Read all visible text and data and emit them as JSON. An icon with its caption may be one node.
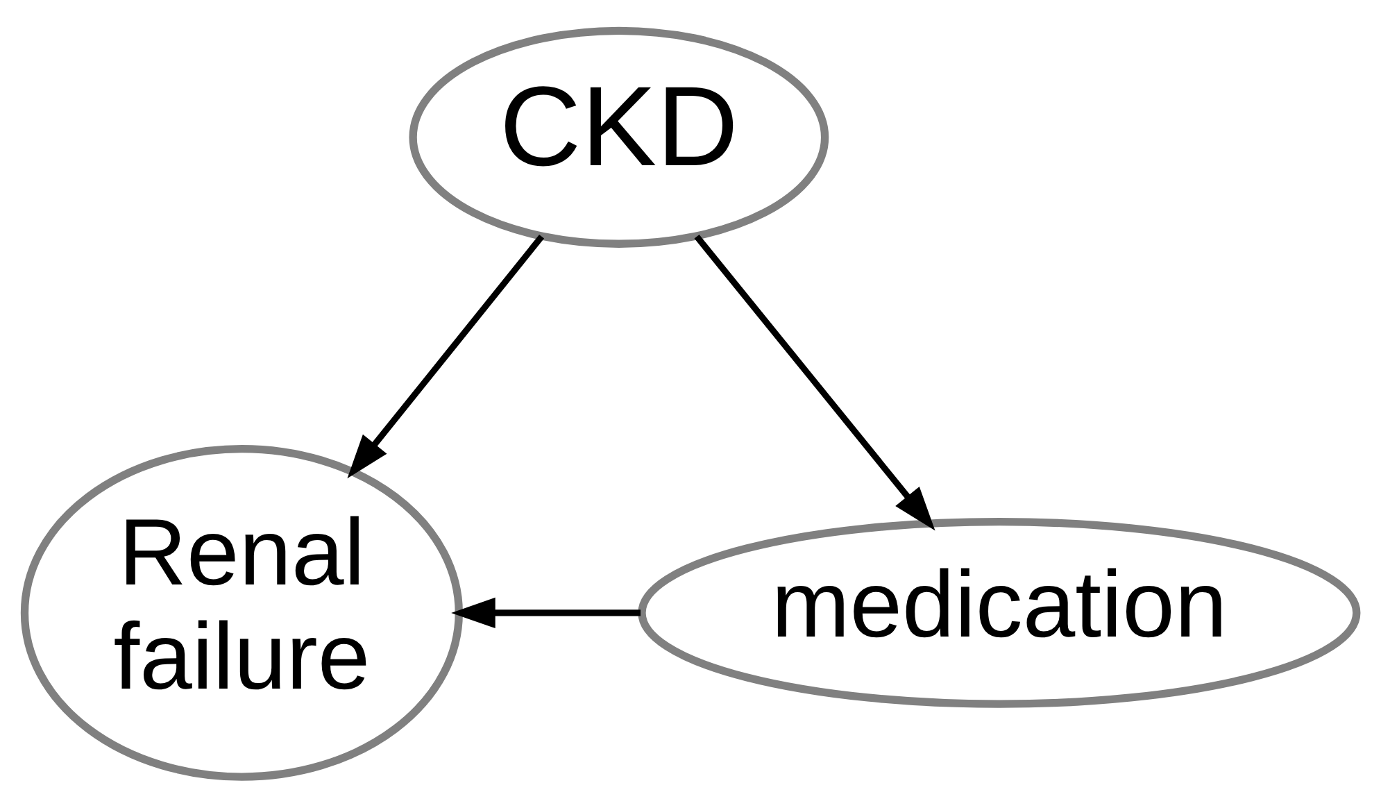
{
  "diagram": {
    "nodes": [
      {
        "text": [
          "CKD"
        ]
      },
      {
        "text": [
          "Renal failure"
        ]
      },
      {
        "text": [
          "medication"
        ]
      }
    ],
    "edges": [
      {
        "from": 0,
        "to": 1,
        "arrow": "to"
      },
      {
        "from": 0,
        "to": 2,
        "arrow": "to"
      },
      {
        "from": 2,
        "to": 1,
        "arrow": "to"
      }
    ]
  }
}
